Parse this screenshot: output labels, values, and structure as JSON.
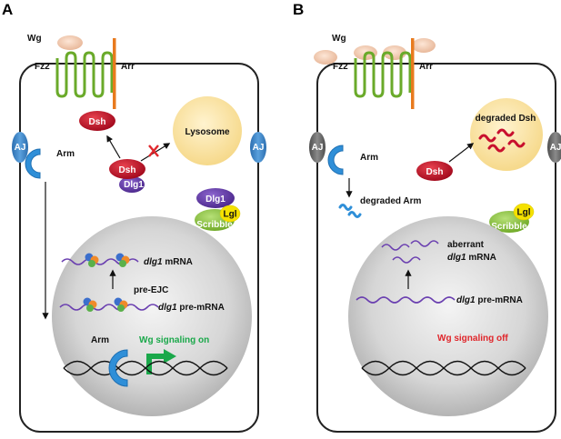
{
  "panel_a": {
    "letter": "A",
    "wg": "Wg",
    "fz2": "Fz2",
    "arr": "Arr",
    "dsh_top": "Dsh",
    "lysosome": "Lysosome",
    "aj_left": "AJ",
    "aj_right": "AJ",
    "arm": "Arm",
    "dsh": "Dsh",
    "dlg1_complex": "Dlg1",
    "dlg1_scribble": "Dlg1",
    "lgl": "Lgl",
    "scribble": "Scribble",
    "mrna_gene": "dlg1",
    "mrna_suffix": " mRNA",
    "pre_ejc": "pre-EJC",
    "premrna_gene": "dlg1",
    "premrna_suffix": " pre-mRNA",
    "arm_nucleus": "Arm",
    "signaling": "Wg signaling on"
  },
  "panel_b": {
    "letter": "B",
    "wg": "Wg",
    "fz2": "Fz2",
    "arr": "Arr",
    "degraded_dsh": "degraded Dsh",
    "aj_left": "AJ",
    "aj_right": "AJ",
    "arm": "Arm",
    "dsh": "Dsh",
    "degraded_arm": "degraded Arm",
    "lgl": "Lgl",
    "scribble": "Scribble",
    "aberrant_line1": "aberrant",
    "aberrant_gene": "dlg1",
    "aberrant_suffix": " mRNA",
    "premrna_gene": "dlg1",
    "premrna_suffix": " pre-mRNA",
    "signaling": "Wg signaling off"
  },
  "colors": {
    "dsh_red": "#c8102e",
    "dlg1_purple": "#6a3fb0",
    "lgl_yellow": "#f5e100",
    "scribble_green": "#8cc63f",
    "lysosome_yellow": "#fbe6a6",
    "aj_blue": "#3b82c4",
    "aj_gray": "#6b6b6b",
    "arm_blue": "#2f8fd8",
    "receptor_green": "#6aaa2a",
    "arr_orange": "#e87a1e",
    "signal_on_green": "#1aa84a",
    "signal_off_red": "#e0262b",
    "rna_purple": "#6a3fb0"
  },
  "icons": [
    "wg-ligand-icon",
    "fz2-receptor-icon",
    "arrestin-bar-icon",
    "red-x-inhibition-icon",
    "arm-crescent-icon",
    "dna-helix-icon",
    "ejc-cluster-icon",
    "green-arrow-icon"
  ]
}
